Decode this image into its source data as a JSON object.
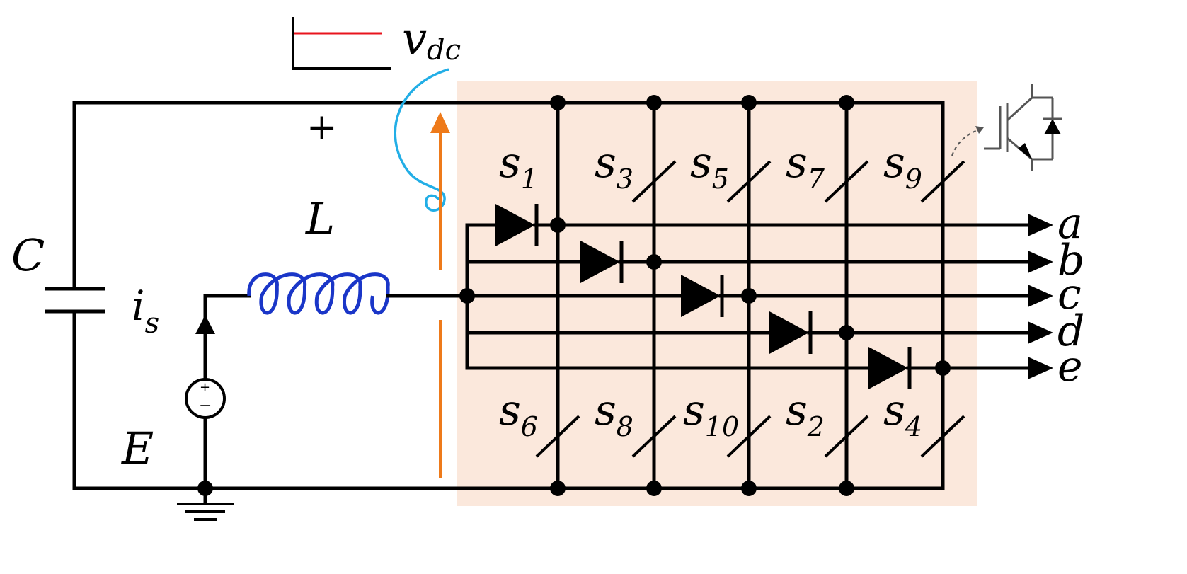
{
  "diagram": {
    "colors": {
      "bridge_fill": "#fbe8dc",
      "wire": "#000000",
      "inductor": "#1a36c8",
      "loop": "#22aee6",
      "voltage_arrow": "#ee7a1a",
      "scope_trace": "#e8141e",
      "igbt_symbol": "#555555"
    },
    "labels": {
      "capacitor": "C",
      "source_current": "i",
      "source_current_sub": "s",
      "inductor": "L",
      "source": "E",
      "plus_sign": "+",
      "source_plus": "+",
      "source_minus": "−",
      "dc_voltage": "v",
      "dc_voltage_sub": "dc"
    },
    "top_switches": [
      {
        "name": "s",
        "sub": "1"
      },
      {
        "name": "s",
        "sub": "3"
      },
      {
        "name": "s",
        "sub": "5"
      },
      {
        "name": "s",
        "sub": "7"
      },
      {
        "name": "s",
        "sub": "9"
      }
    ],
    "bottom_switches": [
      {
        "name": "s",
        "sub": "6"
      },
      {
        "name": "s",
        "sub": "8"
      },
      {
        "name": "s",
        "sub": "10"
      },
      {
        "name": "s",
        "sub": "2"
      },
      {
        "name": "s",
        "sub": "4"
      }
    ],
    "outputs": [
      "a",
      "b",
      "c",
      "d",
      "e"
    ],
    "icons": [
      "igbt-icon",
      "ground-icon",
      "diode-icon",
      "scope-icon"
    ]
  }
}
